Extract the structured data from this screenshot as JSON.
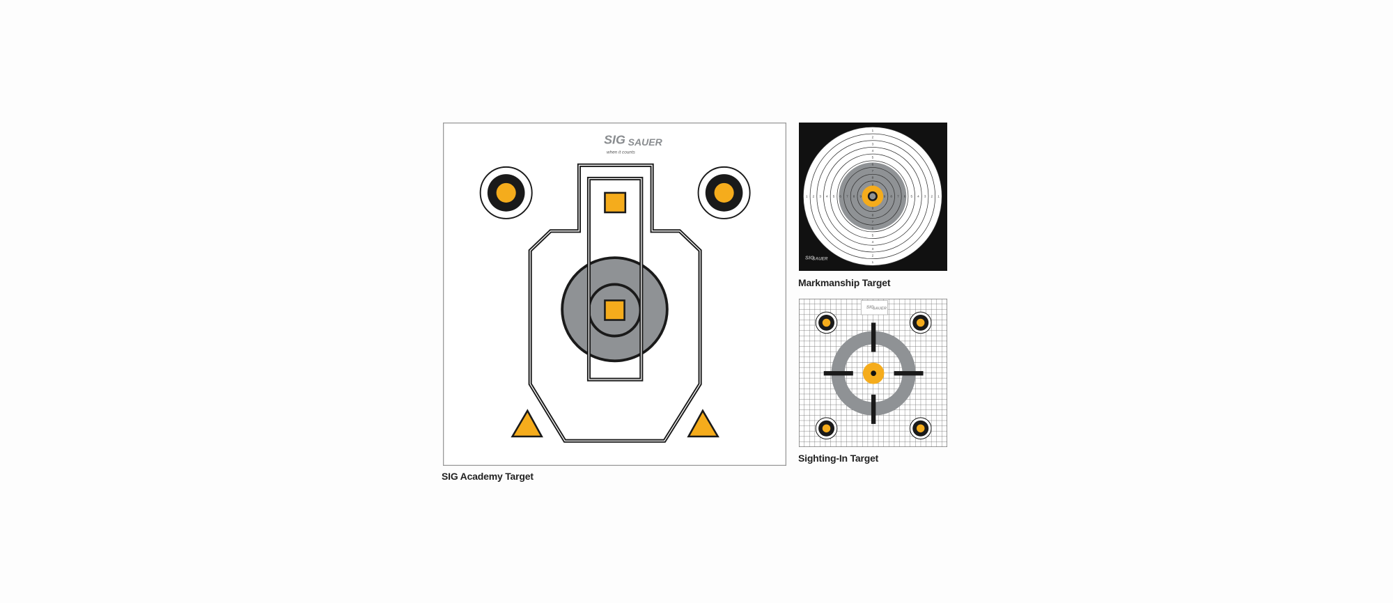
{
  "colors": {
    "orange": "#f5ac1c",
    "gray": "#8f9295",
    "black": "#1a1a1a",
    "white": "#ffffff",
    "logo_gray": "#8a8d90"
  },
  "brand": {
    "name_top": "SIG",
    "name_bottom": "SAUER",
    "tagline": "when it counts"
  },
  "targets": [
    {
      "caption": "SIG Academy Target"
    },
    {
      "caption": "Markmanship Target",
      "ring_numbers": [
        1,
        2,
        3,
        4,
        5,
        6,
        7,
        8,
        9
      ]
    },
    {
      "caption": "Sighting-In Target"
    }
  ]
}
